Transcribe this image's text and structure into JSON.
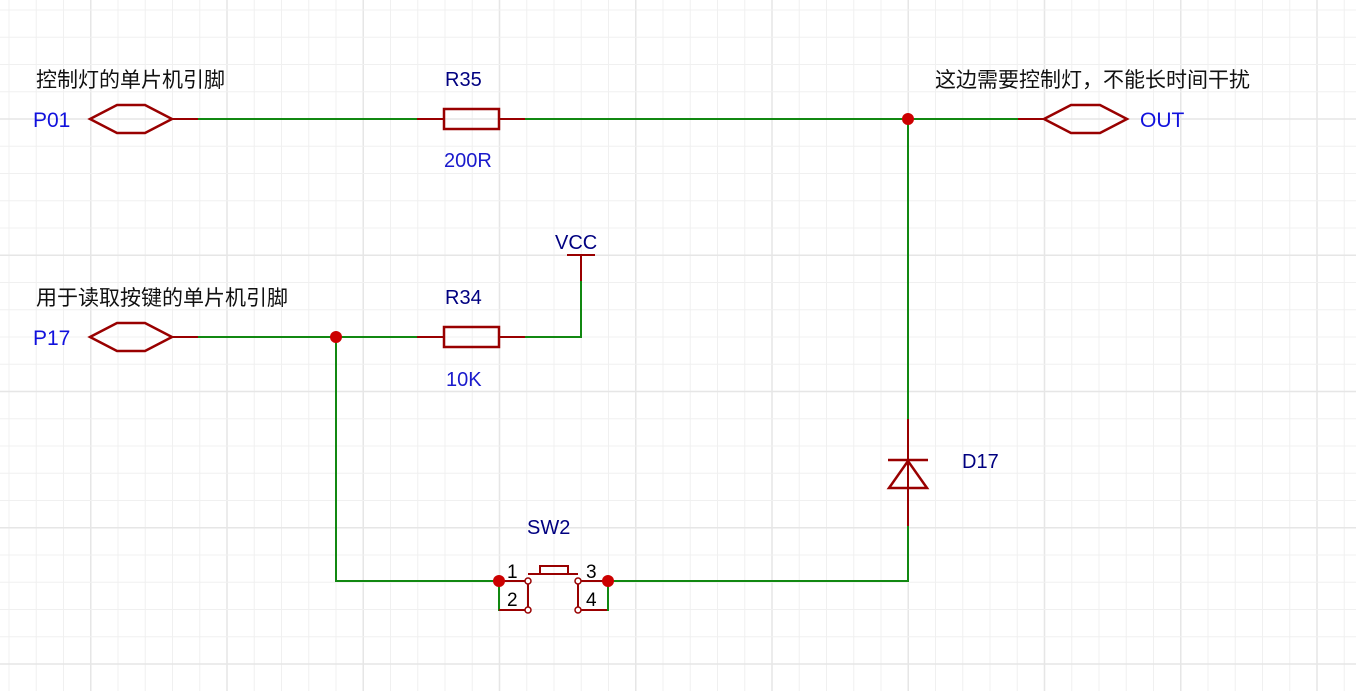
{
  "schematic": {
    "notes": {
      "p01_note": "控制灯的单片机引脚",
      "p17_note": "用于读取按键的单片机引脚",
      "out_note": "这边需要控制灯，不能长时间干扰"
    },
    "net_ports": [
      {
        "id": "P01",
        "label": "P01"
      },
      {
        "id": "P17",
        "label": "P17"
      },
      {
        "id": "OUT",
        "label": "OUT"
      }
    ],
    "power": {
      "label": "VCC"
    },
    "components": {
      "r35": {
        "designator": "R35",
        "value": "200R",
        "type": "resistor"
      },
      "r34": {
        "designator": "R34",
        "value": "10K",
        "type": "resistor"
      },
      "d17": {
        "designator": "D17",
        "type": "diode"
      },
      "sw2": {
        "designator": "SW2",
        "type": "push-button",
        "pins": [
          "1",
          "2",
          "3",
          "4"
        ]
      }
    },
    "connections": [
      "P01 - R35 - OUT node",
      "OUT node - OUT port",
      "OUT node - D17 cathode",
      "D17 anode - SW2 pin 3/4",
      "P17 - node - R34 - VCC",
      "P17 node - SW2 pin 1/2"
    ],
    "colors": {
      "wire": "#118811",
      "component": "#990000",
      "junction": "#cc0000",
      "net_label": "#1111dd",
      "designator": "#000080"
    }
  }
}
